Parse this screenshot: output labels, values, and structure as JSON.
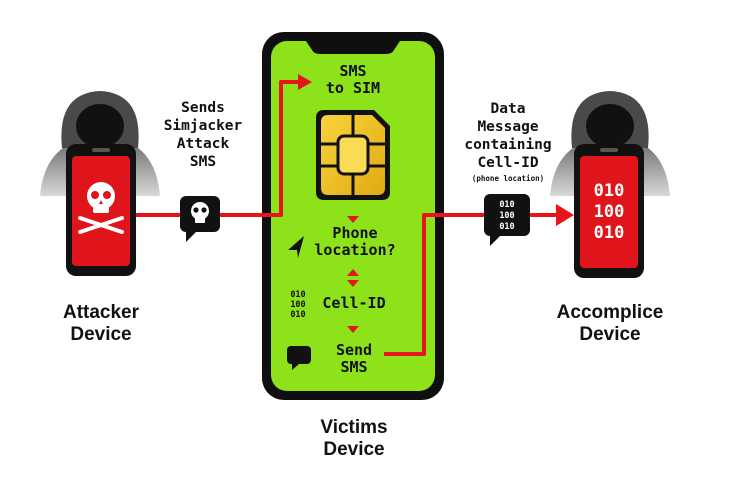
{
  "attacker": {
    "label_line1": "Attacker",
    "label_line2": "Device"
  },
  "accomplice": {
    "label_line1": "Accomplice",
    "label_line2": "Device",
    "screen_line1": "010",
    "screen_line2": "100",
    "screen_line3": "010"
  },
  "victim": {
    "label_line1": "Victims",
    "label_line2": "Device"
  },
  "sends_text": {
    "line1": "Sends",
    "line2": "Simjacker",
    "line3": "Attack",
    "line4": "SMS"
  },
  "data_text": {
    "line1": "Data",
    "line2": "Message",
    "line3": "containing",
    "line4": "Cell-ID",
    "line5": "(phone location)"
  },
  "bubble_binary": {
    "line1": "010",
    "line2": "100",
    "line3": "010"
  },
  "phone_steps": {
    "sms_to_sim_line1": "SMS",
    "sms_to_sim_line2": "to SIM",
    "location_line1": "Phone",
    "location_line2": "location?",
    "cell_id": "Cell-ID",
    "send_line1": "Send",
    "send_line2": "SMS",
    "binary_line1": "010",
    "binary_line2": "100",
    "binary_line3": "010"
  },
  "colors": {
    "arrow_red": "#e8141b",
    "phone_green": "#8ee21a",
    "device_red": "#d9141b",
    "dark": "#1a1a1a",
    "sim_gold": "#f2c21a"
  }
}
